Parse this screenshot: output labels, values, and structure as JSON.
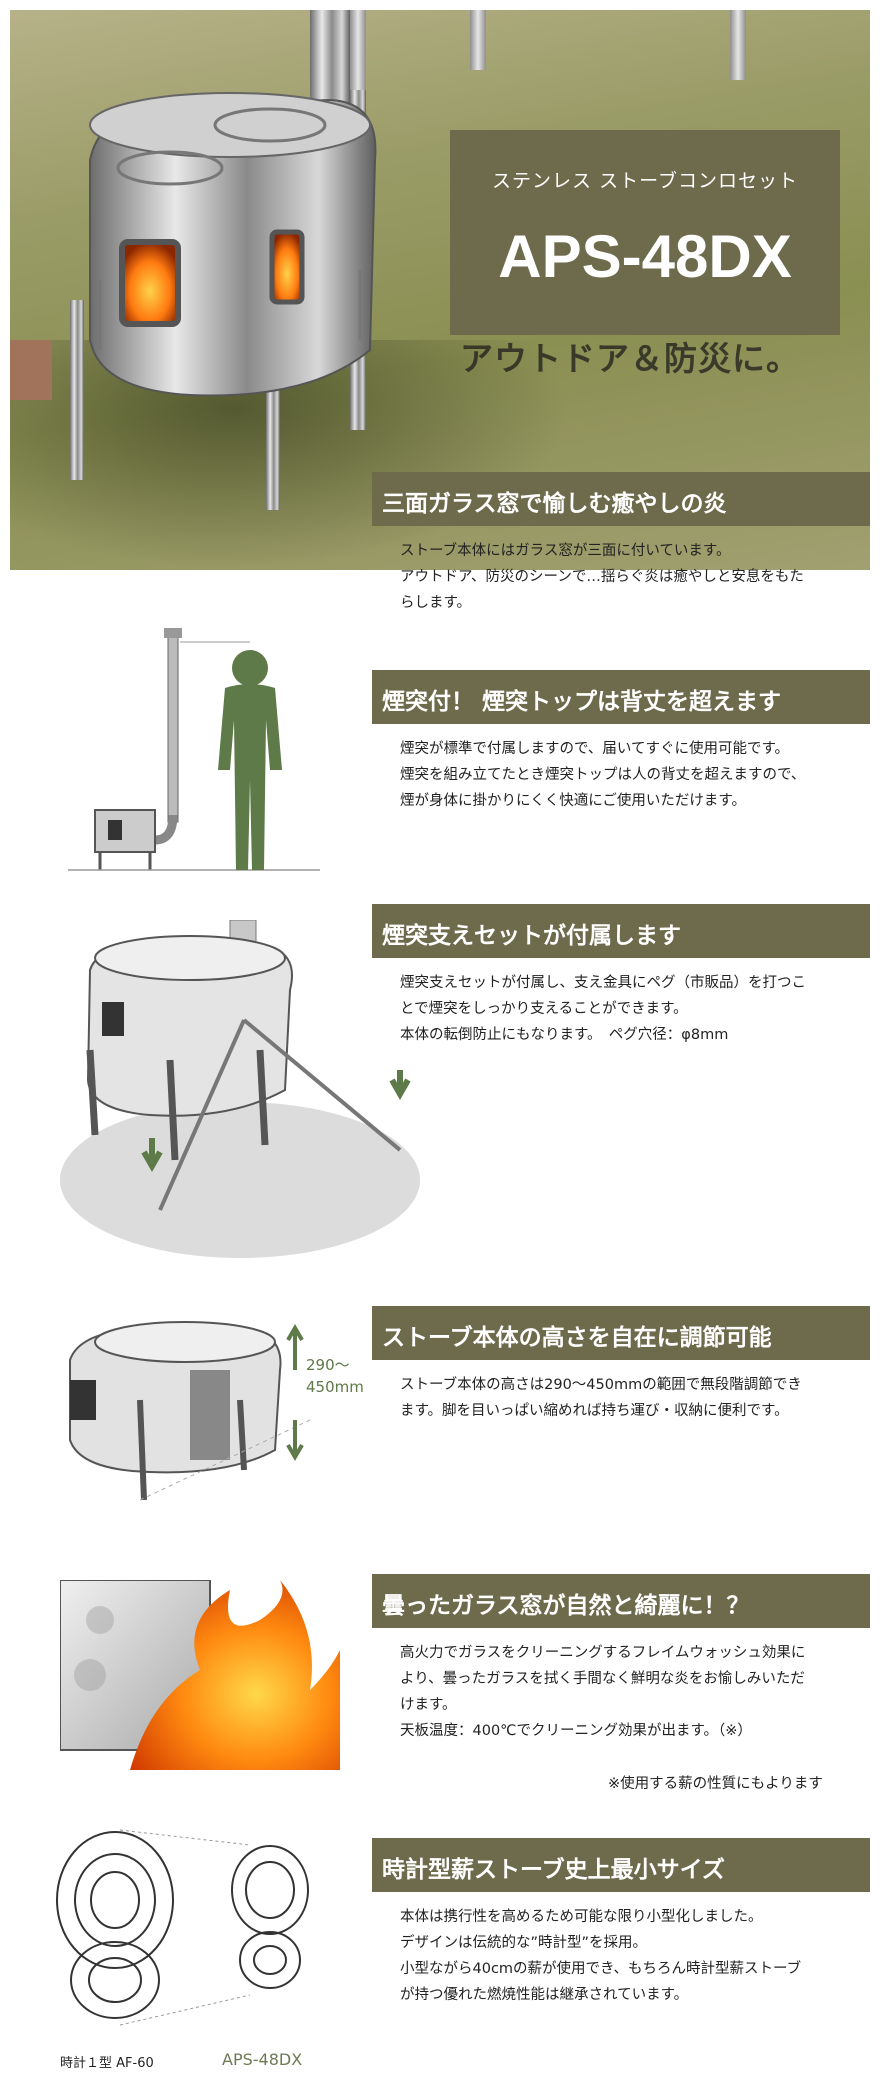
{
  "hero": {
    "subtitle": "ステンレス ストーブコンロセット",
    "model": "APS-48DX",
    "tagline": "アウトドア＆防災に。"
  },
  "sections": [
    {
      "heading": "三面ガラス窓で愉しむ癒やしの炎",
      "lines": [
        "ストーブ本体にはガラス窓が三面に付いています。",
        "アウトドア、防災のシーンで…揺らぐ炎は癒やしと安息をもた",
        "らします。"
      ]
    },
    {
      "heading": "煙突付！ 煙突トップは背丈を超えます",
      "lines": [
        "煙突が標準で付属しますので、届いてすぐに使用可能です。",
        "煙突を組み立てたとき煙突トップは人の背丈を超えますので、",
        "煙が身体に掛かりにくく快適にご使用いただけます。"
      ]
    },
    {
      "heading": "煙突支えセットが付属します",
      "lines": [
        "煙突支えセットが付属し、支え金具にペグ（市販品）を打つこ",
        "とで煙突をしっかり支えることができます。",
        "本体の転倒防止にもなります。　ペグ穴径：φ8mm"
      ]
    },
    {
      "heading": "ストーブ本体の高さを自在に調節可能",
      "lines": [
        "ストーブ本体の高さは290～450mmの範囲で無段階調節でき",
        "ます。脚を目いっぱい縮めれば持ち運び・収納に便利です。"
      ],
      "dimension": [
        "290～",
        "450mm"
      ]
    },
    {
      "heading": "曇ったガラス窓が自然と綺麗に！？",
      "lines": [
        "高火力でガラスをクリーニングするフレイムウォッシュ効果に",
        "より、曇ったガラスを拭く手間なく鮮明な炎をお愉しみいただ",
        "けます。",
        "天板温度：400℃でクリーニング効果が出ます。（※）"
      ],
      "note": "※使用する薪の性質にもよります"
    },
    {
      "heading": "時計型薪ストーブ史上最小サイズ",
      "lines": [
        "本体は携行性を高めるため可能な限り小型化しました。",
        "デザインは伝統的な”時計型”を採用。",
        "小型ながら40cmの薪が使用でき、もちろん時計型薪ストーブ",
        "が持つ優れた燃焼性能は継承されています。"
      ],
      "compare_left": "時計１型 AF-60",
      "compare_right": "APS-48DX"
    }
  ],
  "colors": {
    "accent": "#6e6a4c",
    "figure": "#5e7a48",
    "compare_label": "#6e7a55"
  }
}
